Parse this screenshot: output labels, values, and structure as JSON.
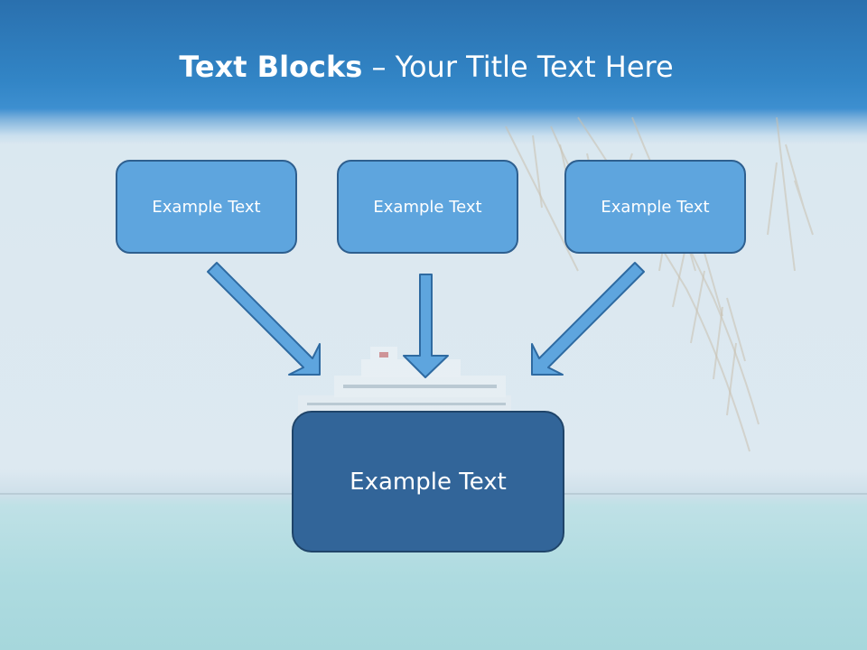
{
  "slide": {
    "title_bold": "Text Blocks",
    "title_dash": " – ",
    "title_rest": "Your Title Text Here"
  },
  "blocks": {
    "left": "Example Text",
    "center": "Example Text",
    "right": "Example Text",
    "bottom": "Example Text"
  },
  "colors": {
    "header": "#3285c6",
    "small_box": "#5ea5de",
    "big_box": "#326599",
    "arrow": "#5ea5de"
  }
}
